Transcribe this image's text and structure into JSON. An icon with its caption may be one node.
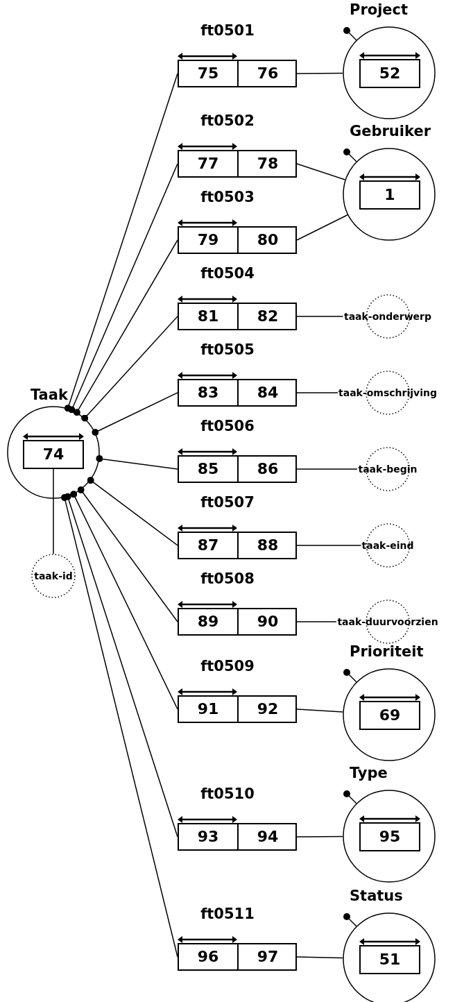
{
  "diagram": {
    "nodes": [
      {
        "text": [
          "Taak"
        ]
      },
      {
        "text": [
          "74"
        ],
        "in": 0
      },
      {
        "text": [
          "taak-id"
        ]
      },
      {
        "text": [
          "ft0501"
        ]
      },
      {
        "text": [
          "75"
        ],
        "in": 3
      },
      {
        "text": [
          "76"
        ],
        "in": 3
      },
      {
        "text": [
          "ft0502"
        ]
      },
      {
        "text": [
          "77"
        ],
        "in": 6
      },
      {
        "text": [
          "78"
        ],
        "in": 6
      },
      {
        "text": [
          "ft0503"
        ]
      },
      {
        "text": [
          "79"
        ],
        "in": 9
      },
      {
        "text": [
          "80"
        ],
        "in": 9
      },
      {
        "text": [
          "ft0504"
        ]
      },
      {
        "text": [
          "81"
        ],
        "in": 12
      },
      {
        "text": [
          "82"
        ],
        "in": 12
      },
      {
        "text": [
          "ft0505"
        ]
      },
      {
        "text": [
          "83"
        ],
        "in": 15
      },
      {
        "text": [
          "84"
        ],
        "in": 15
      },
      {
        "text": [
          "ft0506"
        ]
      },
      {
        "text": [
          "85"
        ],
        "in": 18
      },
      {
        "text": [
          "86"
        ],
        "in": 18
      },
      {
        "text": [
          "ft0507"
        ]
      },
      {
        "text": [
          "87"
        ],
        "in": 21
      },
      {
        "text": [
          "88"
        ],
        "in": 21
      },
      {
        "text": [
          "ft0508"
        ]
      },
      {
        "text": [
          "89"
        ],
        "in": 24
      },
      {
        "text": [
          "90"
        ],
        "in": 24
      },
      {
        "text": [
          "ft0509"
        ]
      },
      {
        "text": [
          "91"
        ],
        "in": 27
      },
      {
        "text": [
          "92"
        ],
        "in": 27
      },
      {
        "text": [
          "ft0510"
        ]
      },
      {
        "text": [
          "93"
        ],
        "in": 30
      },
      {
        "text": [
          "94"
        ],
        "in": 30
      },
      {
        "text": [
          "ft0511"
        ]
      },
      {
        "text": [
          "96"
        ],
        "in": 33
      },
      {
        "text": [
          "97"
        ],
        "in": 33
      },
      {
        "text": [
          "Project"
        ]
      },
      {
        "text": [
          "52"
        ],
        "in": 36
      },
      {
        "text": [
          "Gebruiker"
        ]
      },
      {
        "text": [
          "1"
        ],
        "in": 38
      },
      {
        "text": [
          "taak-onderwerp"
        ]
      },
      {
        "text": [
          "taak-omschrijving"
        ]
      },
      {
        "text": [
          "taak-begin"
        ]
      },
      {
        "text": [
          "taak-eind"
        ]
      },
      {
        "text": [
          "taak-duurvoorzien"
        ]
      },
      {
        "text": [
          "Prioriteit"
        ]
      },
      {
        "text": [
          "69"
        ],
        "in": 45
      },
      {
        "text": [
          "Type"
        ]
      },
      {
        "text": [
          "95"
        ],
        "in": 47
      },
      {
        "text": [
          "Status"
        ]
      },
      {
        "text": [
          "51"
        ],
        "in": 49
      }
    ],
    "edges": [
      {
        "from": 1,
        "to": 2,
        "arrow": "none"
      },
      {
        "from": 0,
        "to": 4,
        "arrow": "other"
      },
      {
        "from": 0,
        "to": 7,
        "arrow": "other"
      },
      {
        "from": 0,
        "to": 10,
        "arrow": "other"
      },
      {
        "from": 0,
        "to": 13,
        "arrow": "other"
      },
      {
        "from": 0,
        "to": 16,
        "arrow": "other"
      },
      {
        "from": 0,
        "to": 19,
        "arrow": "other"
      },
      {
        "from": 0,
        "to": 22,
        "arrow": "other"
      },
      {
        "from": 0,
        "to": 25,
        "arrow": "other"
      },
      {
        "from": 0,
        "to": 28,
        "arrow": "other"
      },
      {
        "from": 0,
        "to": 31,
        "arrow": "other"
      },
      {
        "from": 0,
        "to": 34,
        "arrow": "other"
      },
      {
        "from": 5,
        "to": 36,
        "arrow": "none"
      },
      {
        "from": 8,
        "to": 38,
        "arrow": "none"
      },
      {
        "from": 11,
        "to": 38,
        "arrow": "none"
      },
      {
        "from": 14,
        "to": 40,
        "arrow": "none"
      },
      {
        "from": 17,
        "to": 41,
        "arrow": "none"
      },
      {
        "from": 20,
        "to": 42,
        "arrow": "none"
      },
      {
        "from": 23,
        "to": 43,
        "arrow": "none"
      },
      {
        "from": 26,
        "to": 44,
        "arrow": "none"
      },
      {
        "from": 29,
        "to": 45,
        "arrow": "none"
      },
      {
        "from": 32,
        "to": 47,
        "arrow": "none"
      },
      {
        "from": 35,
        "to": 49,
        "arrow": "none"
      }
    ]
  }
}
